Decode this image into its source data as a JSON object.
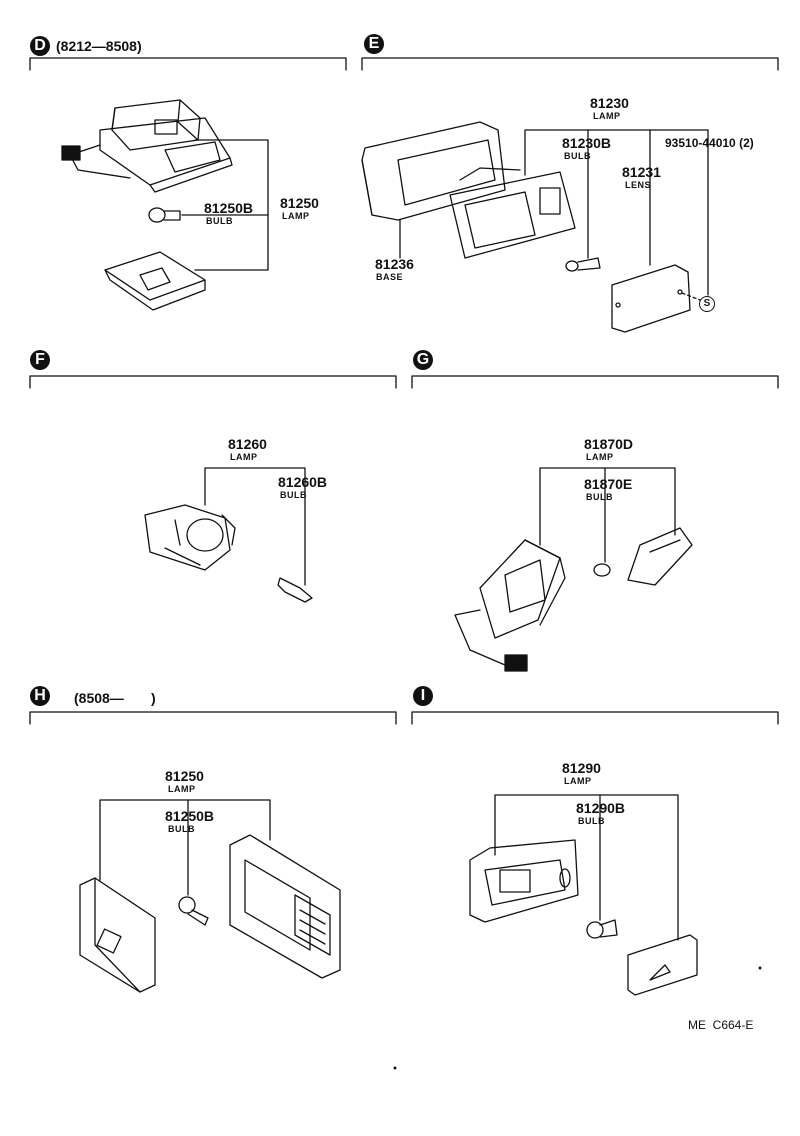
{
  "sections": {
    "D": {
      "letter": "D",
      "range": "(8212—8508)",
      "parts": {
        "p1": "81250B",
        "p1_sub": "BULB",
        "p2": "81250",
        "p2_sub": "LAMP"
      }
    },
    "E": {
      "letter": "E",
      "parts": {
        "lamp": "81230",
        "lamp_sub": "LAMP",
        "bulb": "81230B",
        "bulb_sub": "BULB",
        "lens": "81231",
        "lens_sub": "LENS",
        "screw": "93510-44010 (2)",
        "screw_mark": "S",
        "base": "81236",
        "base_sub": "BASE"
      }
    },
    "F": {
      "letter": "F",
      "parts": {
        "lamp": "81260",
        "lamp_sub": "LAMP",
        "bulb": "81260B",
        "bulb_sub": "BULB"
      }
    },
    "G": {
      "letter": "G",
      "parts": {
        "lamp": "81870D",
        "lamp_sub": "LAMP",
        "bulb": "81870E",
        "bulb_sub": "BULB"
      }
    },
    "H": {
      "letter": "H",
      "range": "(8508—       )",
      "parts": {
        "lamp": "81250",
        "lamp_sub": "LAMP",
        "bulb": "81250B",
        "bulb_sub": "BULB"
      }
    },
    "I": {
      "letter": "I",
      "parts": {
        "lamp": "81290",
        "lamp_sub": "LAMP",
        "bulb": "81290B",
        "bulb_sub": "BULB"
      }
    }
  },
  "footer_code": "ME  C664-E"
}
